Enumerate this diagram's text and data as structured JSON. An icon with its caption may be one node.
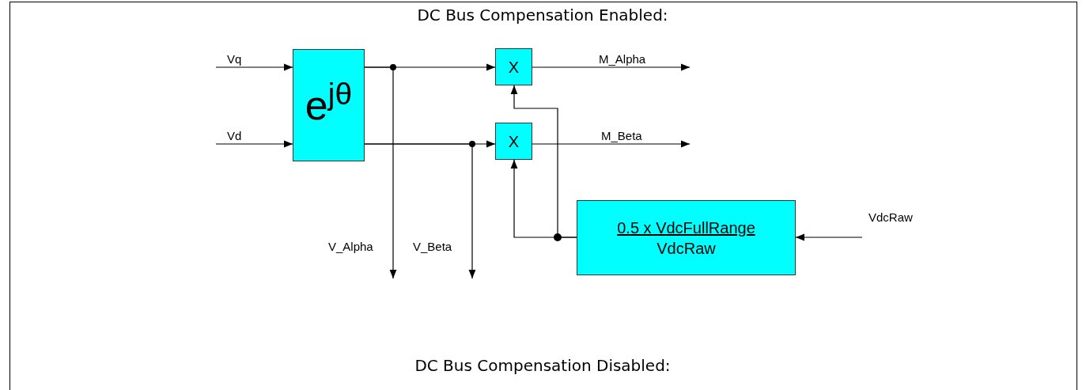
{
  "diagram": {
    "title": "DC Bus Compensation Enabled:",
    "nodes": [
      {
        "text": [
          "e$^{jθ}$"
        ]
      },
      {
        "text": [
          "X"
        ]
      },
      {
        "text": [
          "X"
        ]
      },
      {
        "text": [
          "0.5 x VdcFullRange",
          "VdcRaw"
        ]
      }
    ],
    "edges": [
      {
        "from": null,
        "to": 0,
        "arrow": "to",
        "label": "Vq"
      },
      {
        "from": null,
        "to": 0,
        "arrow": "to",
        "label": "Vd"
      },
      {
        "from": 0,
        "to": 1,
        "arrow": "to"
      },
      {
        "from": 0,
        "to": 2,
        "arrow": "to"
      },
      {
        "from": 0,
        "to": null,
        "arrow": "to",
        "label": "V_Alpha"
      },
      {
        "from": 0,
        "to": null,
        "arrow": "to",
        "label": "V_Beta"
      },
      {
        "from": 1,
        "to": null,
        "arrow": "to",
        "label": "M_Alpha"
      },
      {
        "from": 2,
        "to": null,
        "arrow": "to",
        "label": "M_Beta"
      },
      {
        "from": 3,
        "to": 1,
        "arrow": "to"
      },
      {
        "from": 3,
        "to": 2,
        "arrow": "to"
      },
      {
        "from": null,
        "to": 3,
        "arrow": "to",
        "label": "VdcRaw"
      }
    ],
    "labels": [
      "DC Bus Compensation Disabled:"
    ]
  }
}
